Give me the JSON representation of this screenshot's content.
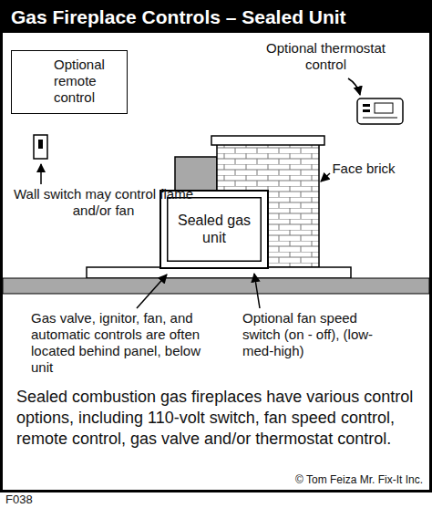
{
  "diagram": {
    "title": "Gas Fireplace Controls – Sealed Unit",
    "caption": "Sealed combustion gas fireplaces have various control options, including 110-volt switch, fan speed control, remote control, gas valve and/or thermostat control.",
    "nodes": [
      {
        "text": [
          "Optional remote control"
        ]
      },
      {
        "text": [
          "Sealed gas unit"
        ]
      }
    ],
    "labels": [
      "Optional thermostat control",
      "Wall switch may control flame and/or fan",
      "Face brick",
      "Gas valve, ignitor, fan, and automatic controls are often located behind panel, below unit",
      "Optional fan speed switch (on - off), (low-med-high)",
      "© Tom Feiza Mr. Fix-It Inc.",
      "F038"
    ]
  }
}
